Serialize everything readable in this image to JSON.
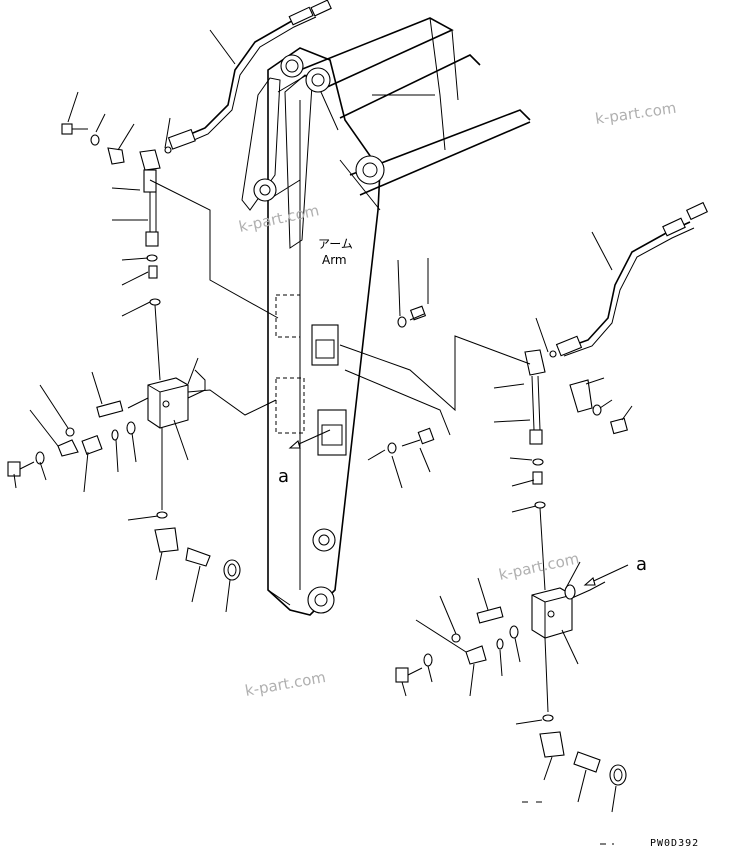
{
  "arm_label": {
    "jp": "アーム",
    "en": "Arm"
  },
  "view_marker": "a",
  "watermark": "k-part.com",
  "drawing_code": "PW0D392"
}
